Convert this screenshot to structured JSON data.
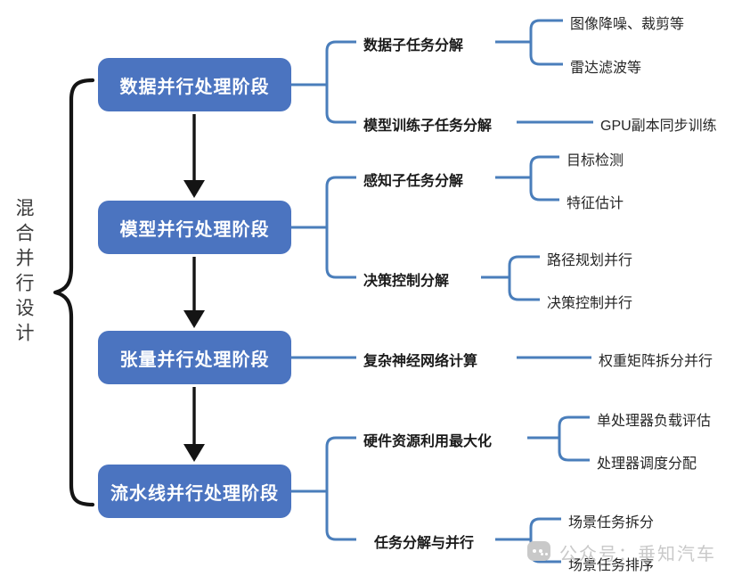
{
  "diagram": {
    "title_side": "混合并行设计",
    "colors": {
      "box_fill": "#4b74c0",
      "box_text": "#ffffff",
      "connector": "#4a7ebb",
      "arrow": "#141414",
      "brace": "#141414",
      "level1_text": "#1a1a1a",
      "level2_text": "#262626",
      "background": "#ffffff",
      "watermark": "#c9c9c9"
    },
    "stages": [
      {
        "label": "数据并行处理阶段",
        "branches": [
          {
            "label": "数据子任务分解",
            "children": [
              "图像降噪、裁剪等",
              "雷达滤波等"
            ]
          },
          {
            "label": "模型训练子任务分解",
            "children": [
              "GPU副本同步训练"
            ]
          }
        ]
      },
      {
        "label": "模型并行处理阶段",
        "branches": [
          {
            "label": "感知子任务分解",
            "children": [
              "目标检测",
              "特征估计"
            ]
          },
          {
            "label": "决策控制分解",
            "children": [
              "路径规划并行",
              "决策控制并行"
            ]
          }
        ]
      },
      {
        "label": "张量并行处理阶段",
        "branches": [
          {
            "label": "复杂神经网络计算",
            "children": [
              "权重矩阵拆分并行"
            ]
          }
        ]
      },
      {
        "label": "流水线并行处理阶段",
        "branches": [
          {
            "label": "硬件资源利用最大化",
            "children": [
              "单处理器负载评估",
              "处理器调度分配"
            ]
          },
          {
            "label": "任务分解与并行",
            "children": [
              "场景任务拆分",
              "场景任务排序"
            ]
          }
        ]
      }
    ],
    "watermark": {
      "icon": "wechat-icon",
      "text": "公众号：垂知汽车"
    }
  }
}
